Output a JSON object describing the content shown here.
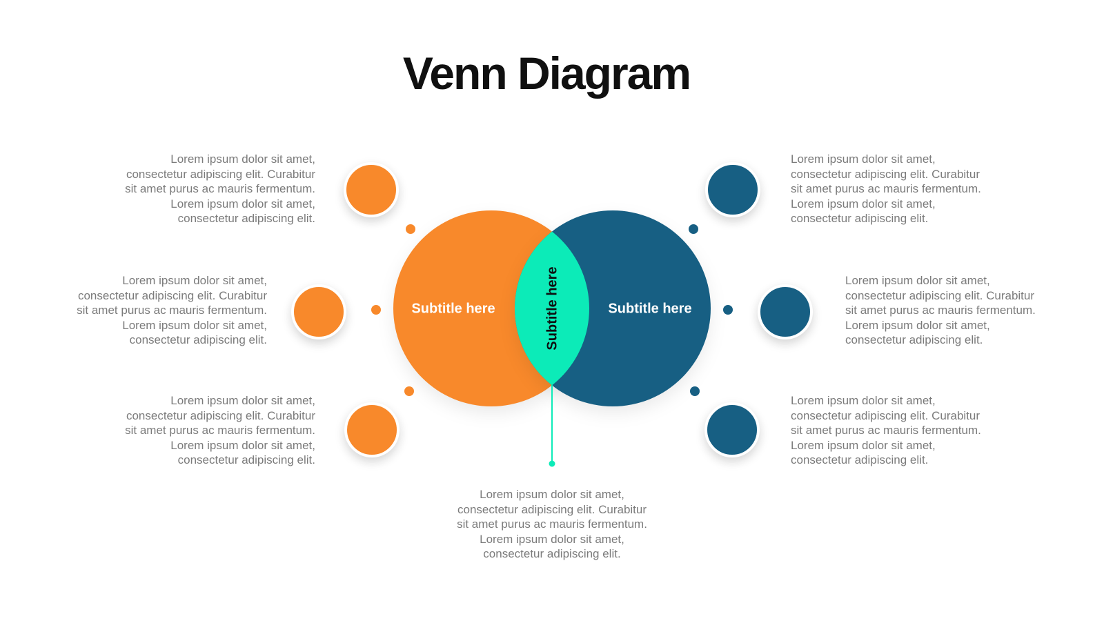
{
  "title": "Venn Diagram",
  "venn": {
    "left_circle_label": "Subtitle here",
    "right_circle_label": "Subtitle here",
    "intersection_label": "Subtitle here"
  },
  "colors": {
    "orange": "#F8892B",
    "blue": "#175F83",
    "teal": "#0CEBB8",
    "text_gray": "#7B7B7B",
    "title_black": "#101010"
  },
  "text_blocks": {
    "top_left": {
      "text": "Lorem ipsum dolor sit amet,\nconsectetur adipiscing elit. Curabitur\nsit amet purus ac mauris fermentum.\nLorem ipsum dolor sit amet,\nconsectetur adipiscing elit."
    },
    "middle_left": {
      "text": "Lorem ipsum dolor sit amet,\nconsectetur adipiscing elit. Curabitur\nsit amet purus ac mauris fermentum.\nLorem ipsum dolor sit amet,\nconsectetur adipiscing elit."
    },
    "bottom_left": {
      "text": "Lorem ipsum dolor sit amet,\nconsectetur adipiscing elit. Curabitur\nsit amet purus ac mauris fermentum.\nLorem ipsum dolor sit amet,\nconsectetur adipiscing elit."
    },
    "top_right": {
      "text": "Lorem ipsum dolor sit amet,\nconsectetur adipiscing elit. Curabitur\nsit amet purus ac mauris fermentum.\nLorem ipsum dolor sit amet,\nconsectetur adipiscing elit."
    },
    "middle_right": {
      "text": "Lorem ipsum dolor sit amet,\nconsectetur adipiscing elit. Curabitur\nsit amet purus ac mauris fermentum.\nLorem ipsum dolor sit amet,\nconsectetur adipiscing elit."
    },
    "bottom_right": {
      "text": "Lorem ipsum dolor sit amet,\nconsectetur adipiscing elit. Curabitur\nsit amet purus ac mauris fermentum.\nLorem ipsum dolor sit amet,\nconsectetur adipiscing elit."
    },
    "bottom_center": {
      "text": "Lorem ipsum dolor sit amet,\nconsectetur adipiscing elit. Curabitur\nsit amet purus ac mauris fermentum.\nLorem ipsum dolor sit amet,\nconsectetur adipiscing elit."
    }
  }
}
